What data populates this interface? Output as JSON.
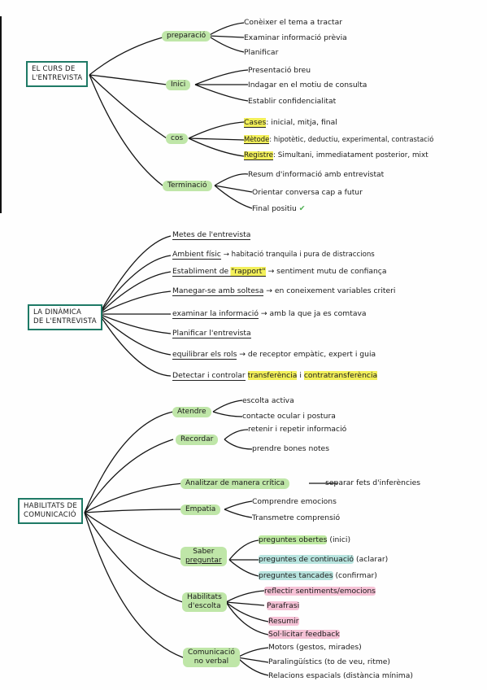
{
  "section1": {
    "root": [
      "EL CURS DE",
      "L'ENTREVISTA"
    ],
    "preparacio": {
      "label": "preparació",
      "items": [
        "Conèixer el tema a tractar",
        "Examinar informació prèvia",
        "Planificar"
      ]
    },
    "inici": {
      "label": "Inici",
      "items": [
        "Presentació breu",
        "Indagar en el motiu de consulta",
        "Establir confidencialitat"
      ]
    },
    "cos": {
      "label": "cos",
      "items": [
        {
          "key": "Cases",
          "rest": ": inicial, mitja, final"
        },
        {
          "key": "Mètode",
          "rest": ": hipotètic, deductiu, experimental, contrastació"
        },
        {
          "key": "Registre",
          "rest": ": Simultani, immediatament posterior, mixt"
        }
      ]
    },
    "terminacio": {
      "label": "Terminació",
      "items": [
        "Resum d'informació amb entrevistat",
        "Orientar conversa cap a futur",
        "Final positiu"
      ]
    }
  },
  "section2": {
    "root": [
      "LA DINÀMICA",
      "DE L'ENTREVISTA"
    ],
    "items": [
      {
        "a": "Metes de l'entrevista",
        "b": ""
      },
      {
        "a": "Ambient físic",
        "b": "→ habitació tranquila i pura de distraccions"
      },
      {
        "a": "Establiment de \"rapport\"",
        "b": "→ sentiment mutu de confiança"
      },
      {
        "a": "Manegar-se amb soltesa",
        "b": "→ en coneixement variables criteri"
      },
      {
        "a": "examinar la informació",
        "b": "→ amb la que ja es comtava"
      },
      {
        "a": "Planificar l'entrevista",
        "b": ""
      },
      {
        "a": "equilibrar els rols",
        "b": "→ de receptor empàtic, expert i guia"
      },
      {
        "a": "Detectar i controlar",
        "hl1": "transferència",
        "mid": "i",
        "hl2": "contratransferència"
      }
    ]
  },
  "section3": {
    "root": [
      "HABILITATS DE",
      "COMUNICACIÓ"
    ],
    "atendre": {
      "label": "Atendre",
      "items": [
        "escolta activa",
        "contacte ocular i postura"
      ]
    },
    "recordar": {
      "label": "Recordar",
      "items": [
        "retenir i repetir informació",
        "prendre bones notes"
      ]
    },
    "analitzar": {
      "label": "Analitzar de manera crítica",
      "item": "— separar fets d'inferències"
    },
    "empatia": {
      "label": "Empatia",
      "items": [
        "Comprendre emocions",
        "Transmetre comprensió"
      ]
    },
    "saber": {
      "label1": "Saber",
      "label2": "preguntar",
      "items": [
        {
          "h": "preguntes obertes",
          "r": "(inici)"
        },
        {
          "h": "preguntes de continuació",
          "r": "(aclarar)"
        },
        {
          "h": "preguntes tancades",
          "r": "(confirmar)"
        }
      ]
    },
    "habilitats": {
      "label1": "Habilitats",
      "label2": "d'escolta",
      "items": [
        "reflectir sentiments/emocions",
        "Parafrasi",
        "Resumir",
        "Sol·licitar feedback"
      ]
    },
    "comunicacio": {
      "label1": "Comunicació",
      "label2": "no verbal",
      "items": [
        "Motors (gestos, mirades)",
        "Paralingüístics (to de veu, ritme)",
        "Relacions espacials (distància mínima)"
      ]
    }
  }
}
